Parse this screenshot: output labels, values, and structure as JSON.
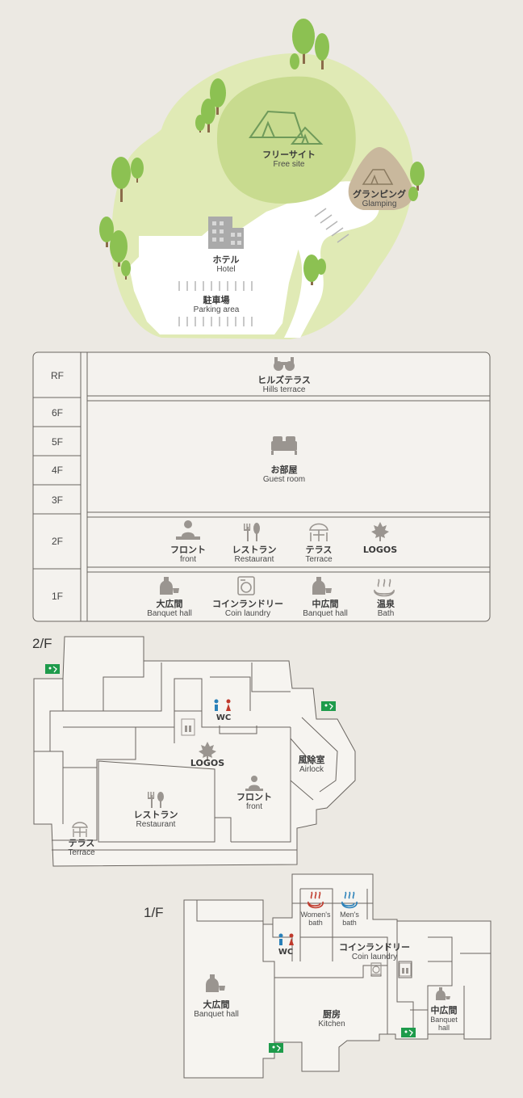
{
  "site_map": {
    "free_site": {
      "jp": "フリーサイト",
      "en": "Free site"
    },
    "glamping": {
      "jp": "グランピング",
      "en": "Glamping"
    },
    "hotel": {
      "jp": "ホテル",
      "en": "Hotel"
    },
    "parking": {
      "jp": "駐車場",
      "en": "Parking area"
    }
  },
  "floor_guide": {
    "floors": [
      "RF",
      "6F",
      "5F",
      "4F",
      "3F",
      "2F",
      "1F"
    ],
    "rf": {
      "jp": "ヒルズテラス",
      "en": "Hills terrace"
    },
    "guest": {
      "jp": "お部屋",
      "en": "Guest room"
    },
    "f2": [
      {
        "jp": "フロント",
        "en": "front",
        "icon": "reception-icon"
      },
      {
        "jp": "レストラン",
        "en": "Restaurant",
        "icon": "fork-knife-icon"
      },
      {
        "jp": "テラス",
        "en": "Terrace",
        "icon": "terrace-icon"
      },
      {
        "jp": "LOGOS",
        "en": "",
        "icon": "maple-leaf-icon"
      }
    ],
    "f1": [
      {
        "jp": "大広間",
        "en": "Banquet hall",
        "icon": "sake-icon"
      },
      {
        "jp": "コインランドリー",
        "en": "Coin laundry",
        "icon": "washer-icon"
      },
      {
        "jp": "中広間",
        "en": "Banquet hall",
        "icon": "sake-icon"
      },
      {
        "jp": "温泉",
        "en": "Bath",
        "icon": "onsen-icon"
      }
    ]
  },
  "plan_2f": {
    "title": "2/F",
    "wc": "WC",
    "logos": "LOGOS",
    "airlock": {
      "jp": "風除室",
      "en": "Airlock"
    },
    "front": {
      "jp": "フロント",
      "en": "front"
    },
    "restaurant": {
      "jp": "レストラン",
      "en": "Restaurant"
    },
    "terrace": {
      "jp": "テラス",
      "en": "Terrace"
    }
  },
  "plan_1f": {
    "title": "1/F",
    "womens": {
      "l1": "Women's",
      "l2": "bath"
    },
    "mens": {
      "l1": "Men's",
      "l2": "bath"
    },
    "wc": "WC",
    "laundry": {
      "jp": "コインランドリー",
      "en": "Coin laundry"
    },
    "banquet": {
      "jp": "大広間",
      "en": "Banquet hall"
    },
    "kitchen": {
      "jp": "厨房",
      "en": "Kitchen"
    },
    "middle": {
      "jp": "中広間",
      "l1": "Banquet",
      "l2": "hall"
    }
  },
  "colors": {
    "grass": "#e0eab5",
    "field": "#c8db8f",
    "tree": "#8cc152",
    "glamping": "#c9b89d",
    "icon": "#9a9590",
    "exit": "#1e9b4b",
    "wall": "#6a6560",
    "women": "#c0392b",
    "men": "#2980b9"
  }
}
